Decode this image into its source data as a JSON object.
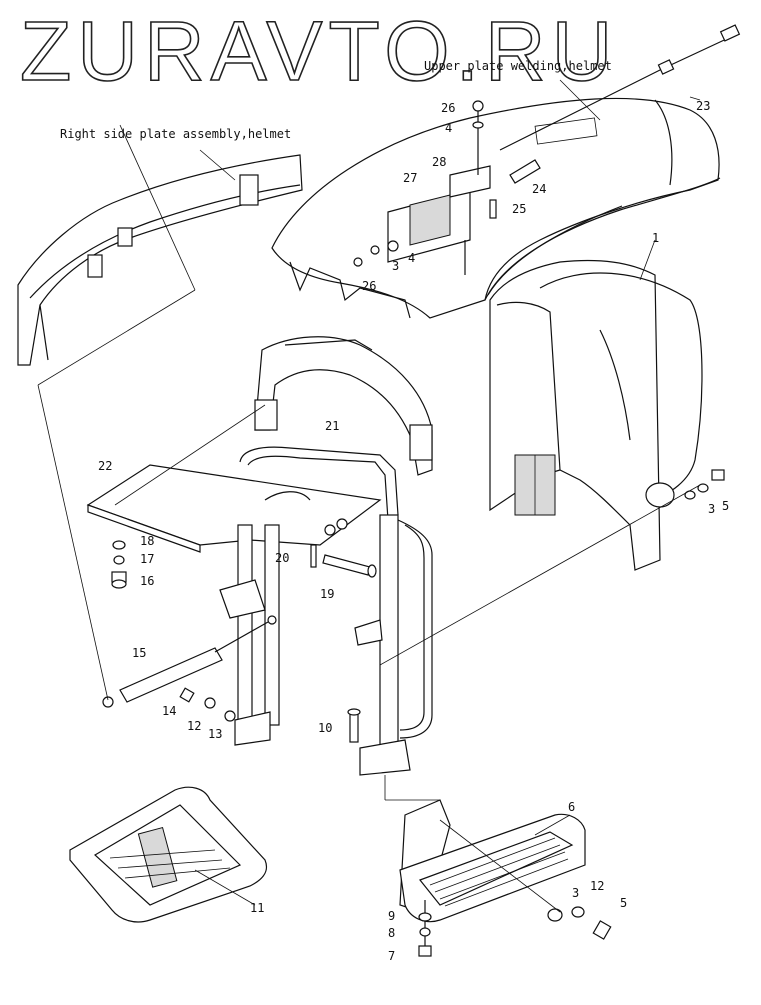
{
  "watermark": "ZURAVTO.RU",
  "captions": {
    "upper_plate": "Upper plate welding,helmet",
    "right_side_plate": "Right side plate assembly,helmet"
  },
  "callouts": {
    "c1": "1",
    "c3a": "3",
    "c3b": "3",
    "c3c": "3",
    "c4a": "4",
    "c4b": "4",
    "c5a": "5",
    "c5b": "5",
    "c6": "6",
    "c7": "7",
    "c8": "8",
    "c9": "9",
    "c10": "10",
    "c11": "11",
    "c12a": "12",
    "c12b": "12",
    "c13": "13",
    "c14": "14",
    "c15": "15",
    "c16": "16",
    "c17": "17",
    "c18": "18",
    "c19": "19",
    "c20": "20",
    "c21": "21",
    "c22": "22",
    "c23": "23",
    "c24": "24",
    "c25": "25",
    "c26a": "26",
    "c26b": "26",
    "c27": "27",
    "c28": "28"
  }
}
